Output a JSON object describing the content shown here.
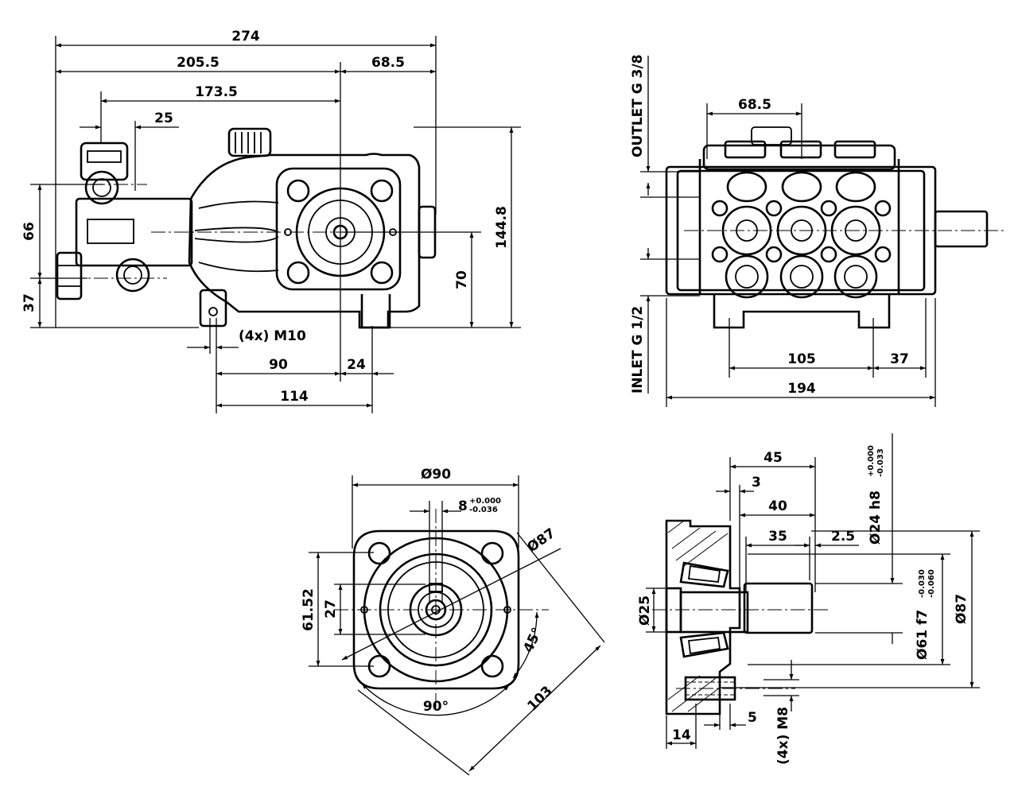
{
  "side_view": {
    "overall_length": "274",
    "head_to_shaft": "205.5",
    "shaft_to_end": "68.5",
    "port_to_shaft": "173.5",
    "port_offset": "25",
    "port_spacing": "66",
    "inlet_height": "37",
    "shaft_height": "70",
    "overall_height": "144.8",
    "mount_bolts": "(4x) M10",
    "foot_to_shaft": "90",
    "shaft_to_foot": "24",
    "foot_spacing": "114"
  },
  "front_view": {
    "cylinder_pitch": "68.5",
    "outlet_label": "OUTLET G 3/8",
    "inlet_label": "INLET G 1/2",
    "foot_width": "105",
    "side_offset": "37",
    "overall_width": "194"
  },
  "flange_view": {
    "flange_diameter": "Ø90",
    "keyway_width": "8",
    "keyway_tol_upper": "+0.000",
    "keyway_tol_lower": "-0.036",
    "bolt_circle": "Ø87",
    "pilot_height": "61.52",
    "key_height": "27",
    "bolt_angle": "45°",
    "bolt_pattern_angle": "90°",
    "diagonal_size": "103"
  },
  "shaft_view": {
    "shaft_overall": "45",
    "shoulder": "3",
    "key_length": "40",
    "key_span": "35",
    "key_offset": "2.5",
    "shaft_diameter": "Ø24 h8",
    "shaft_tol_upper": "+0.000",
    "shaft_tol_lower": "-0.033",
    "pilot_diameter": "Ø61 f7",
    "pilot_tol_upper": "-0.030",
    "pilot_tol_lower": "-0.060",
    "bolt_circle": "Ø87",
    "bore_diameter": "Ø25",
    "flange_depth": "14",
    "bolt_depth": "5",
    "bolts": "(4x) M8"
  }
}
